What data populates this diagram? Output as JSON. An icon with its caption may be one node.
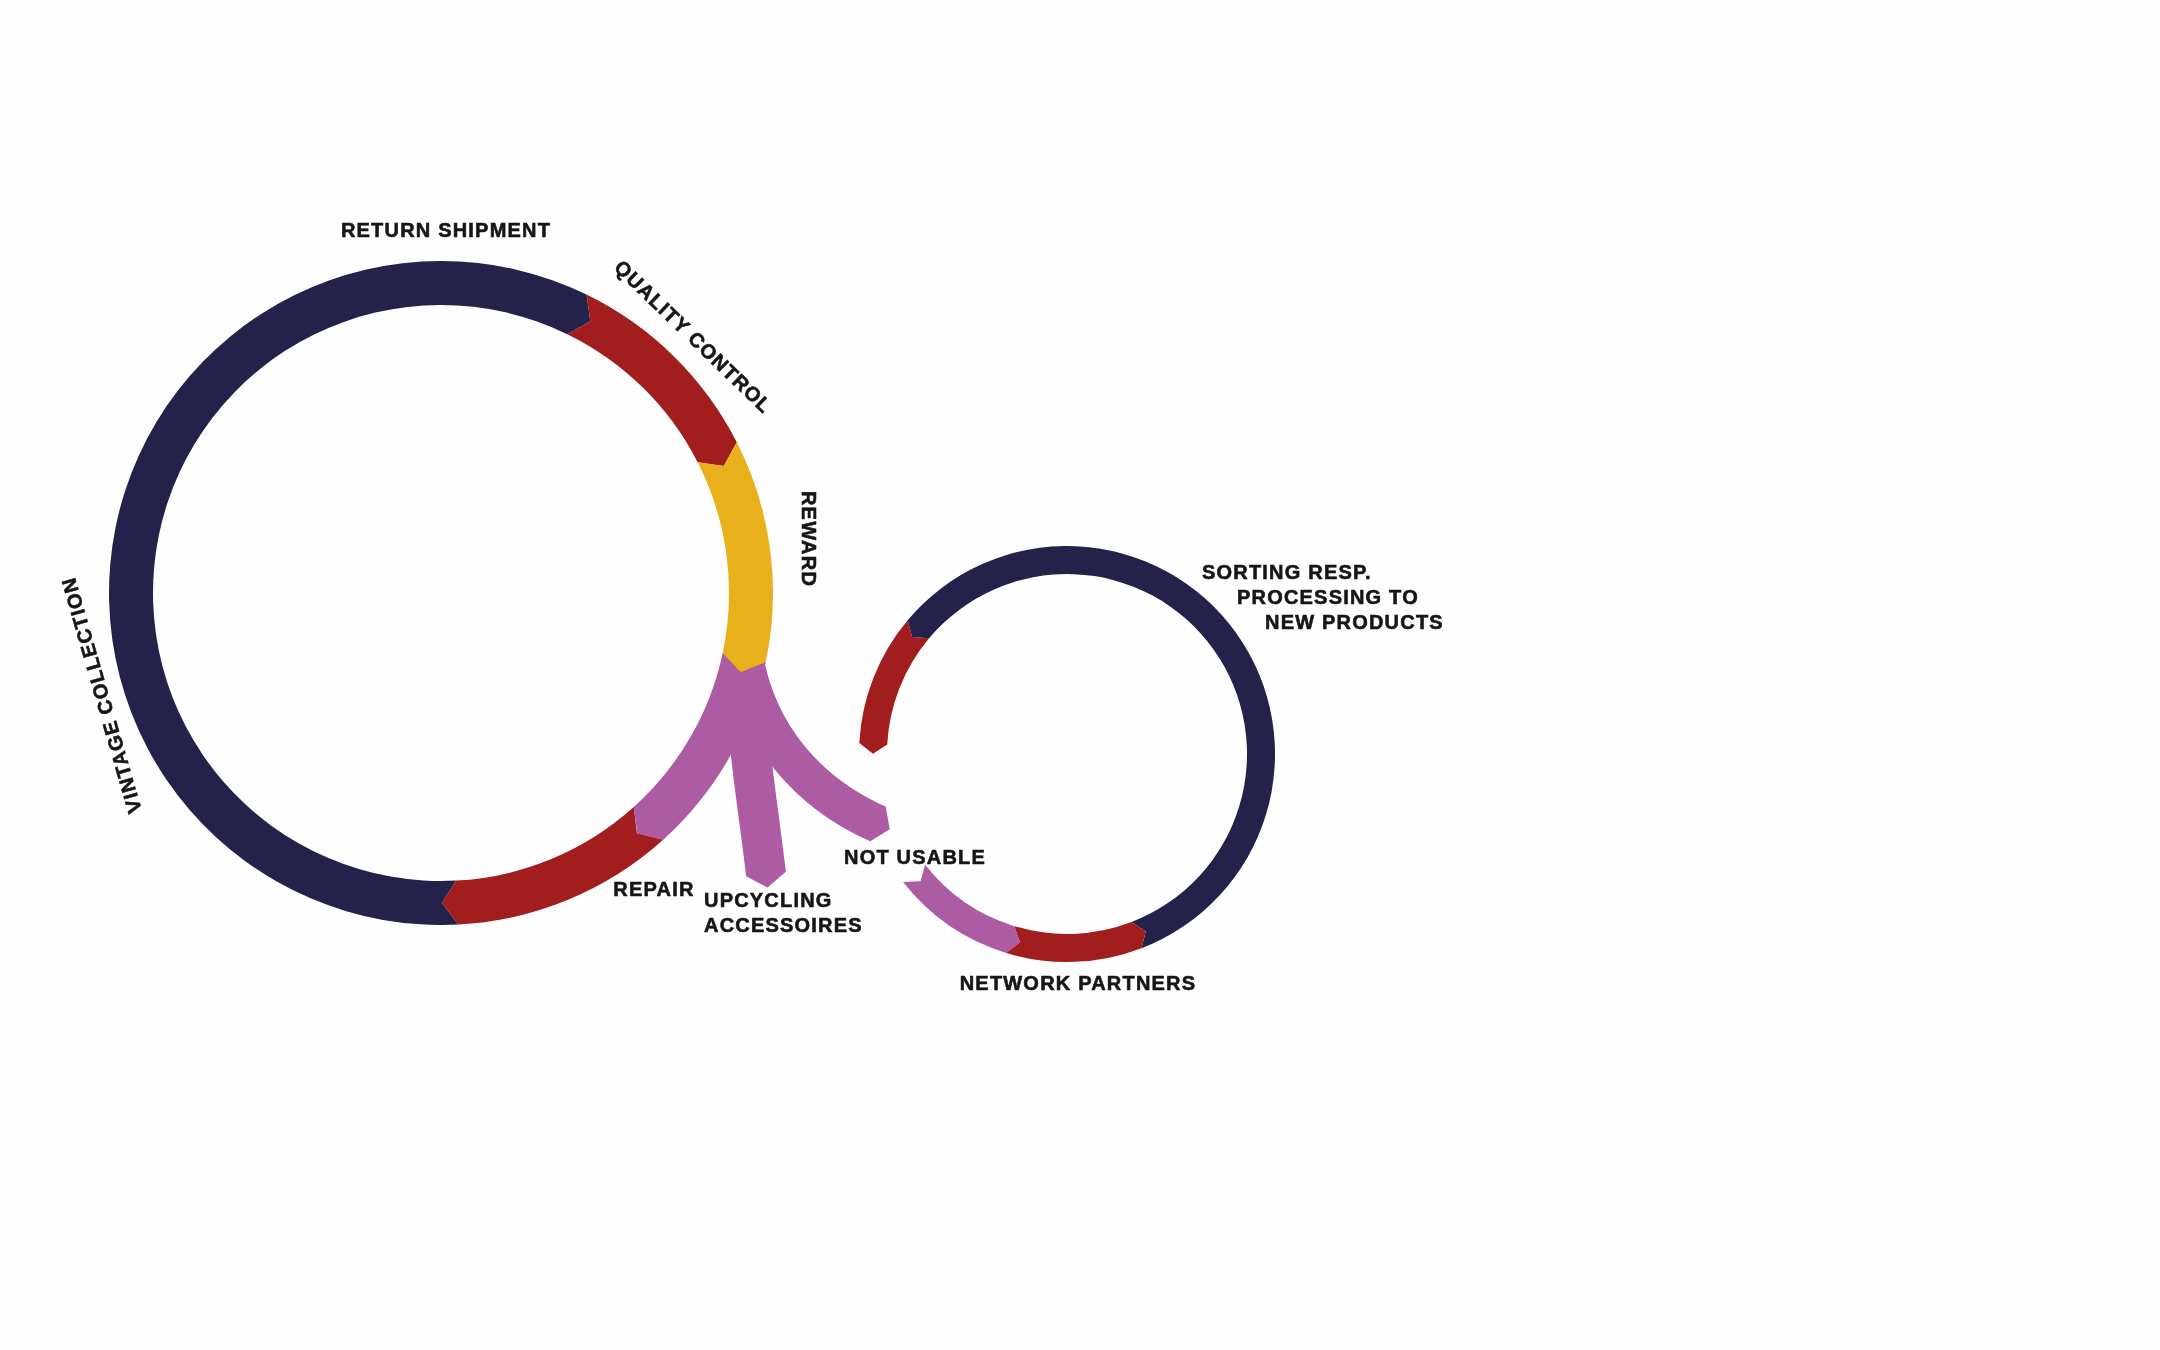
{
  "diagram": {
    "nodes": [
      {
        "text": [
          "RETURN SHIPMENT",
          "VINTAGE COLLECTION"
        ]
      },
      {
        "text": [
          "QUALITY CONTROL"
        ]
      },
      {
        "text": [
          "REWARD"
        ]
      },
      {
        "text": [
          "REPAIR"
        ]
      },
      {
        "text": [
          "UPCYCLING ACCESSOIRES"
        ]
      },
      {
        "text": [],
        "shape": "arc"
      },
      {
        "text": [
          "SORTING RESP. PROCESSING TO NEW PRODUCTS"
        ]
      },
      {
        "text": [
          "NOT USABLE"
        ]
      },
      {
        "text": [
          "NETWORK PARTNERS"
        ]
      }
    ],
    "edges": [
      {
        "from": 2,
        "to": 3,
        "arrow": "to",
        "color": "#ad5ca4"
      },
      {
        "from": 2,
        "to": 4,
        "arrow": "to",
        "color": "#ad5ca4"
      },
      {
        "from": 2,
        "to": 7,
        "arrow": "to",
        "color": "#ad5ca4"
      }
    ]
  }
}
